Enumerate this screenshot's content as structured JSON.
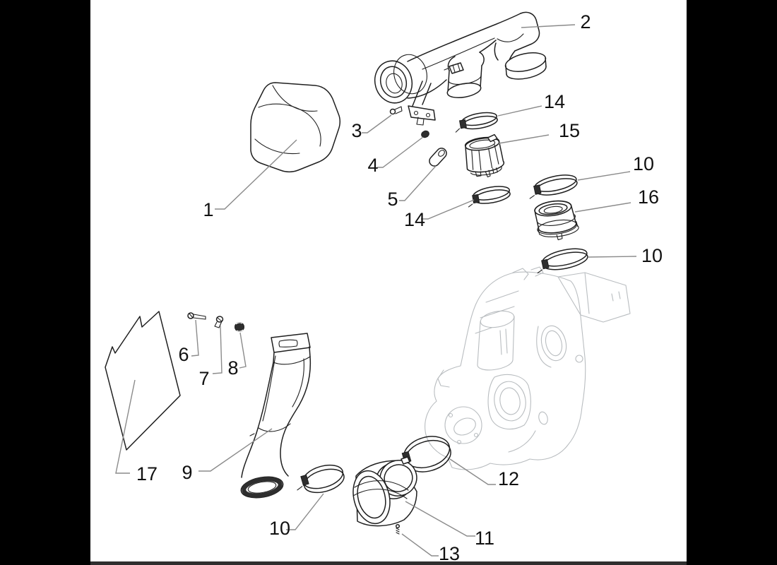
{
  "colors": {
    "letterbox": "#000000",
    "bg": "#ffffff",
    "line": "#1f1f1f",
    "ghost": "#b9bdc0",
    "leader": "#8b8b8b",
    "label": "#111111",
    "dark": "#2e2e2e",
    "strip": "#2f2f2f"
  },
  "diagram": {
    "description": "Exploded parts diagram of air filter and intake duct assembly with engine crankcase reference",
    "callouts": [
      {
        "id": "c1",
        "label": "1"
      },
      {
        "id": "c2",
        "label": "2"
      },
      {
        "id": "c3",
        "label": "3"
      },
      {
        "id": "c4",
        "label": "4"
      },
      {
        "id": "c5",
        "label": "5"
      },
      {
        "id": "c6",
        "label": "6"
      },
      {
        "id": "c7",
        "label": "7"
      },
      {
        "id": "c8",
        "label": "8"
      },
      {
        "id": "c9",
        "label": "9"
      },
      {
        "id": "c10a",
        "label": "10"
      },
      {
        "id": "c10b",
        "label": "10"
      },
      {
        "id": "c10c",
        "label": "10"
      },
      {
        "id": "c11",
        "label": "11"
      },
      {
        "id": "c12",
        "label": "12"
      },
      {
        "id": "c13",
        "label": "13"
      },
      {
        "id": "c14a",
        "label": "14"
      },
      {
        "id": "c14b",
        "label": "14"
      },
      {
        "id": "c15",
        "label": "15"
      },
      {
        "id": "c16",
        "label": "16"
      },
      {
        "id": "c17",
        "label": "17"
      }
    ]
  }
}
